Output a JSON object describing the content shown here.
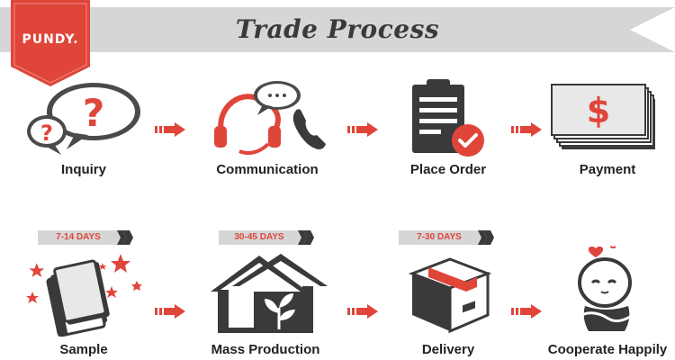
{
  "header": {
    "title": "Trade Process",
    "logo_text": "PUNDY."
  },
  "steps": [
    {
      "label": "Inquiry",
      "icon": "question-bubbles-icon"
    },
    {
      "label": "Communication",
      "icon": "headset-phone-icon"
    },
    {
      "label": "Place Order",
      "icon": "clipboard-check-icon"
    },
    {
      "label": "Payment",
      "icon": "money-stack-icon"
    },
    {
      "label": "Sample",
      "icon": "book-stars-icon"
    },
    {
      "label": "Mass Production",
      "icon": "house-plant-icon"
    },
    {
      "label": "Delivery",
      "icon": "package-box-icon"
    },
    {
      "label": "Cooperate Happily",
      "icon": "happy-hug-icon"
    }
  ],
  "durations": {
    "sample": "7-14 DAYS",
    "mass_production": "30-45 DAYS",
    "delivery": "7-30 DAYS"
  },
  "colors": {
    "accent": "#e0453a",
    "banner": "#d6d6d6",
    "dark": "#3a3a3a"
  }
}
